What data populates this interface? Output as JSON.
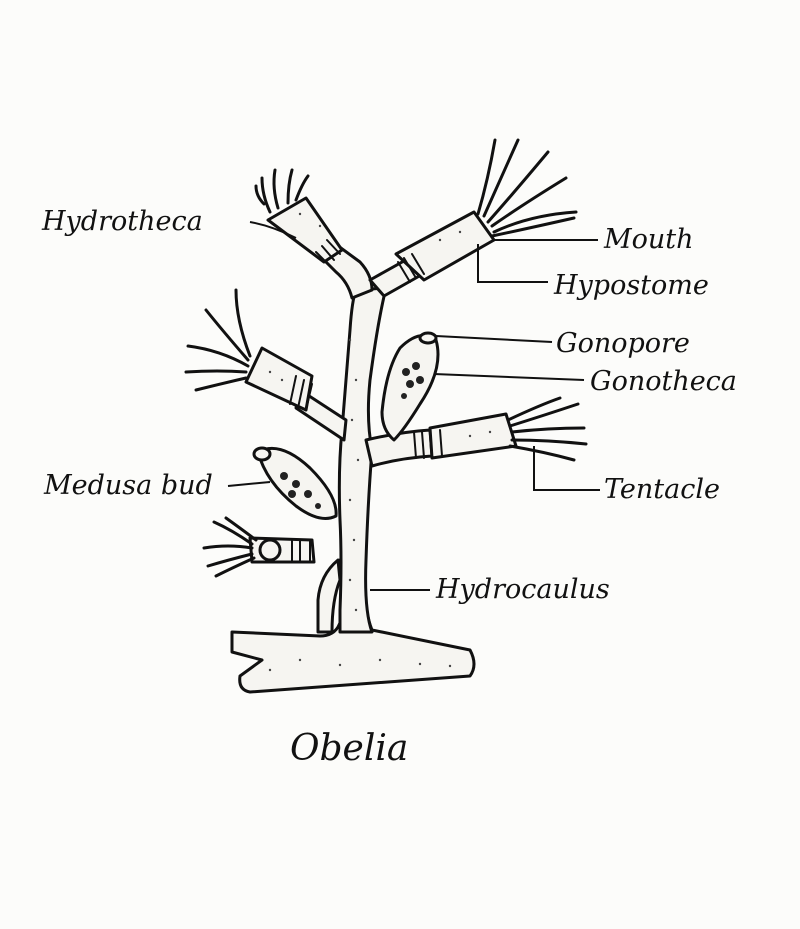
{
  "diagram": {
    "title": "Obelia",
    "labels": {
      "hydrotheca": "Hydrotheca",
      "mouth": "Mouth",
      "hypostome": "Hypostome",
      "gonopore": "Gonopore",
      "gonotheca": "Gonotheca",
      "medusa_bud": "Medusa bud",
      "tentacle": "Tentacle",
      "hydrocaulus": "Hydrocaulus"
    }
  },
  "colors": {
    "ink": "#111111",
    "paper": "#fcfcfa"
  }
}
